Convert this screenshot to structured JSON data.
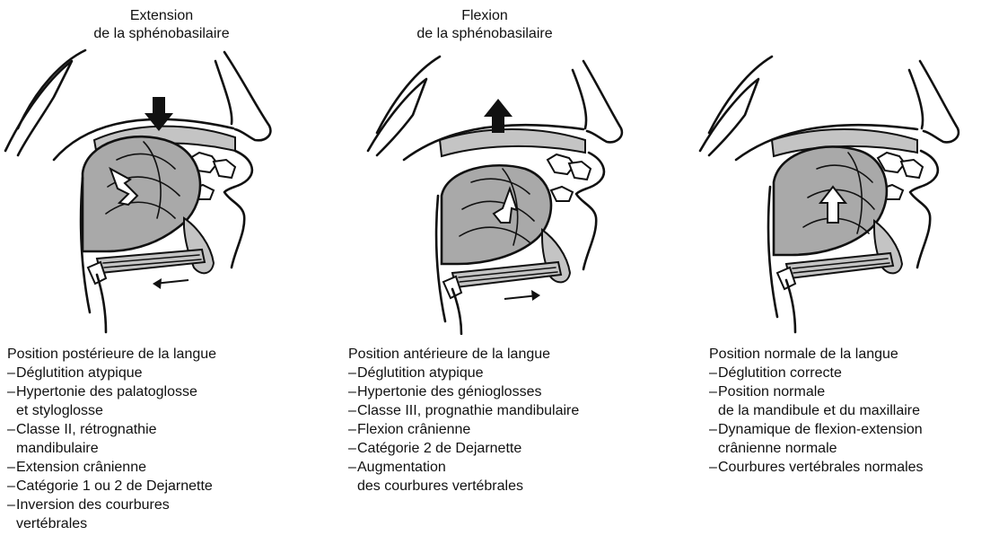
{
  "panels": [
    {
      "title_lines": [
        "Extension",
        "de la sphénobasilaire"
      ],
      "caption_head": "Position postérieure de la langue",
      "items": [
        [
          "Déglutition atypique"
        ],
        [
          "Hypertonie des palatoglosse",
          "et styloglosse"
        ],
        [
          "Classe II, rétrognathie",
          "mandibulaire"
        ],
        [
          "Extension crânienne"
        ],
        [
          "Catégorie 1 ou 2 de Dejarnette"
        ],
        [
          "Inversion des courbures",
          "vertébrales"
        ]
      ],
      "skull_arrow": "down",
      "muscle_arrow": "left"
    },
    {
      "title_lines": [
        "Flexion",
        "de la sphénobasilaire"
      ],
      "caption_head": "Position antérieure de la langue",
      "items": [
        [
          "Déglutition atypique"
        ],
        [
          "Hypertonie des génioglosses"
        ],
        [
          "Classe III, prognathie mandibulaire"
        ],
        [
          "Flexion crânienne"
        ],
        [
          "Catégorie 2 de Dejarnette"
        ],
        [
          "Augmentation",
          "des courbures vertébrales"
        ]
      ],
      "skull_arrow": "up",
      "muscle_arrow": "right"
    },
    {
      "title_lines": [],
      "caption_head": "Position normale de la langue",
      "items": [
        [
          "Déglutition correcte"
        ],
        [
          "Position normale",
          "de la mandibule et du maxillaire"
        ],
        [
          "Dynamique de flexion-extension",
          "crânienne normale"
        ],
        [
          "Courbures vertébrales normales"
        ]
      ],
      "skull_arrow": "none",
      "muscle_arrow": "none"
    }
  ]
}
